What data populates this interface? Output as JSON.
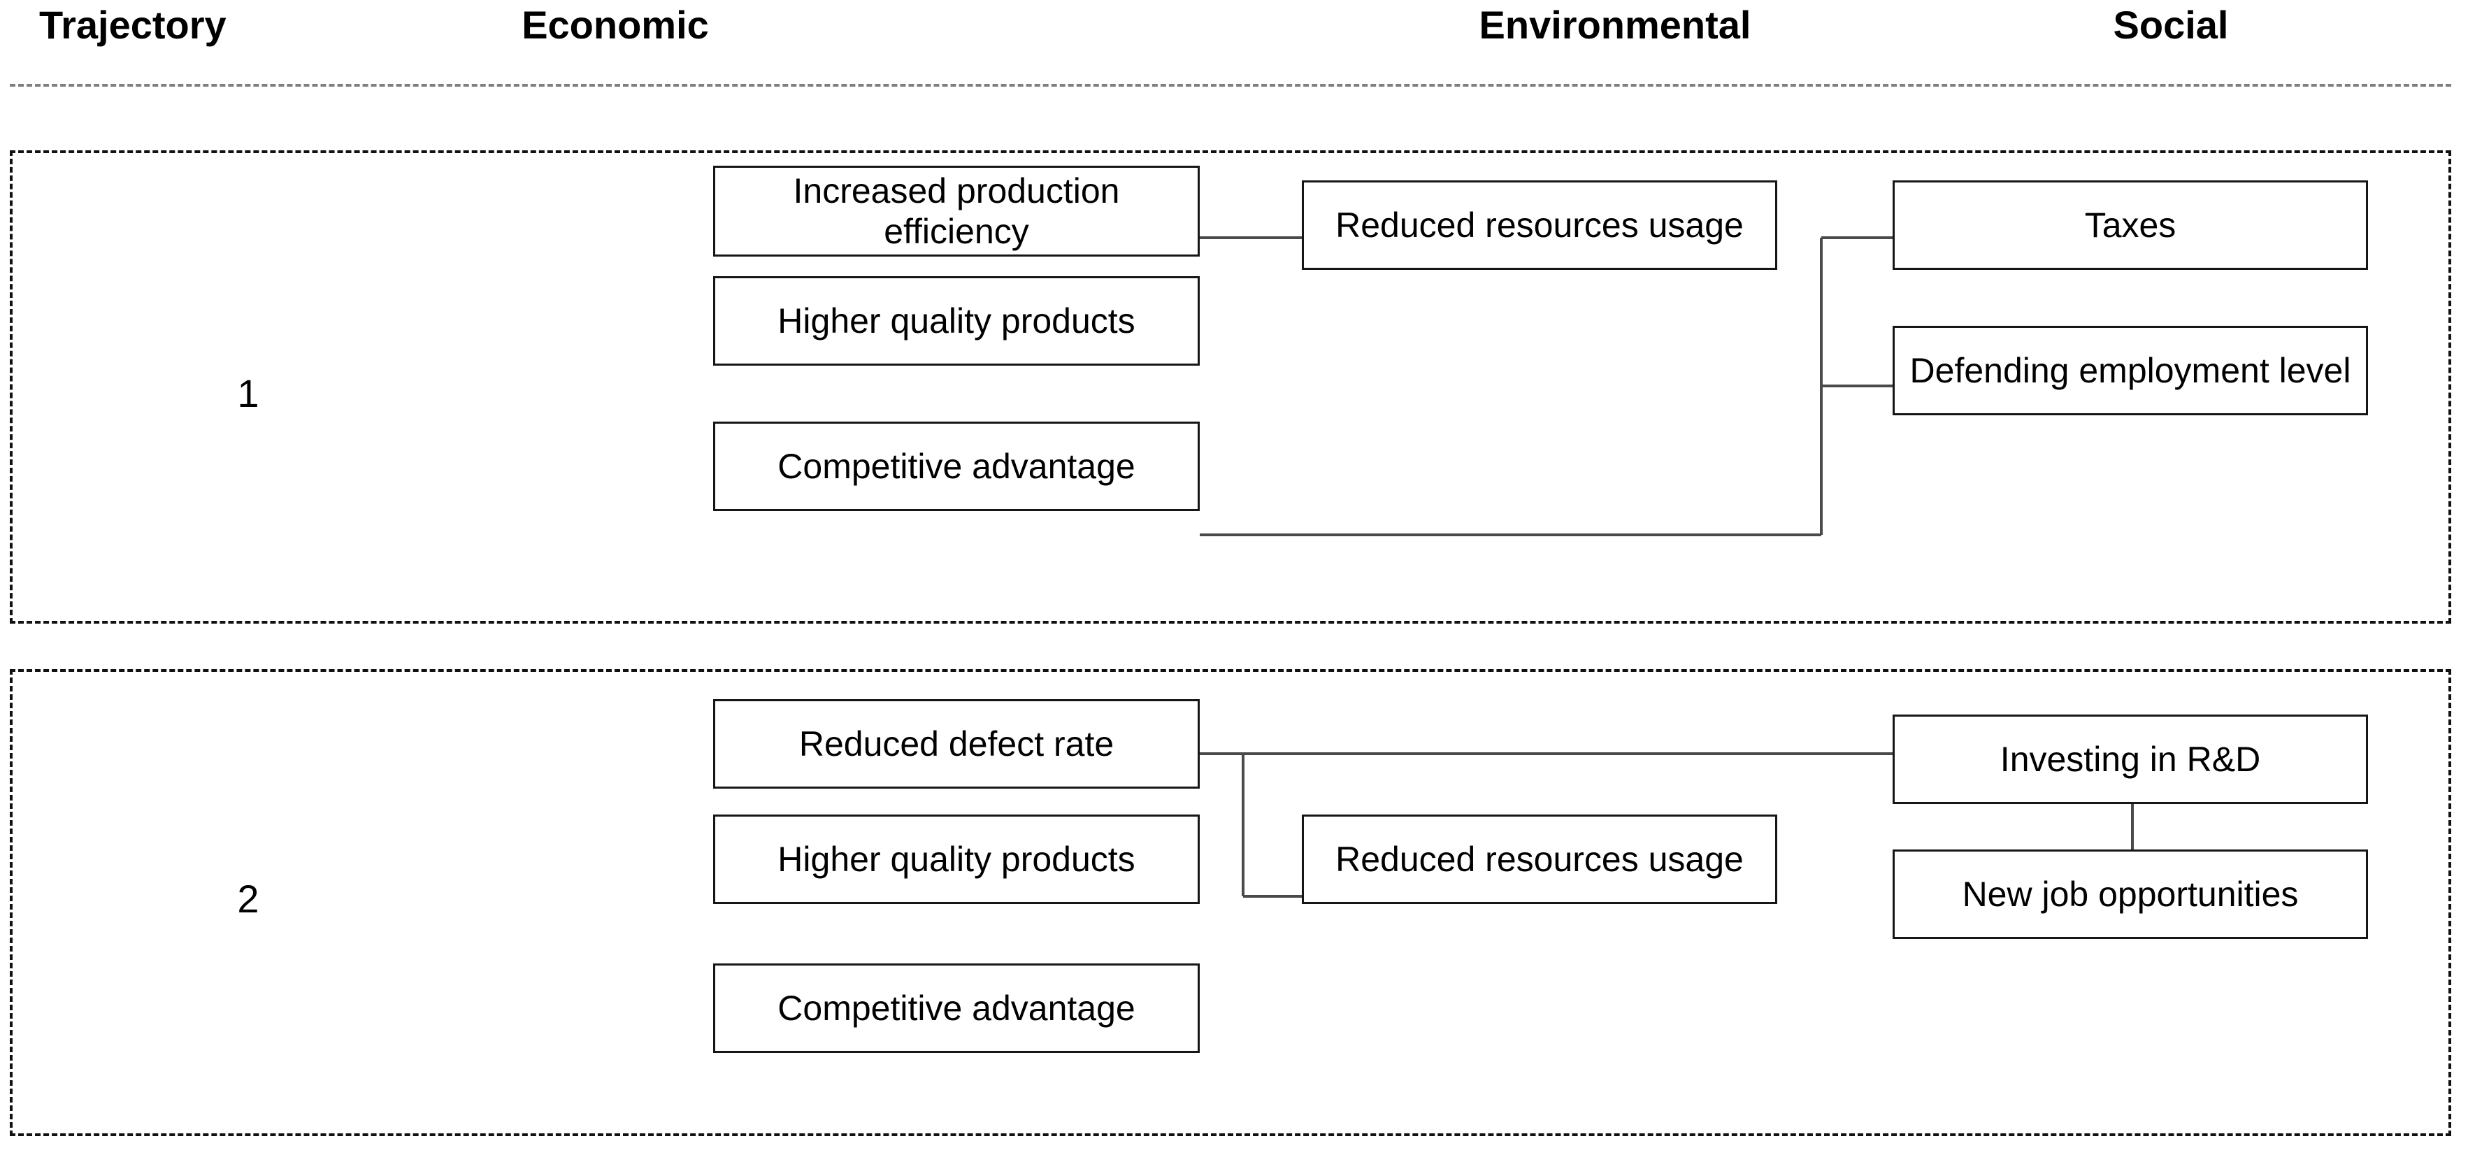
{
  "header": {
    "columns": [
      {
        "key": "trajectory",
        "label": "Trajectory"
      },
      {
        "key": "economic",
        "label": "Economic"
      },
      {
        "key": "environmental",
        "label": "Environmental"
      },
      {
        "key": "social",
        "label": "Social"
      }
    ]
  },
  "colors": {
    "text": "#000000",
    "box_border": "#161616",
    "frame_border": "#111111",
    "connector": "#4a4a4a",
    "header_rule": "#808080",
    "background": "#ffffff"
  },
  "trajectories": [
    {
      "number": "1",
      "economic": [
        {
          "label": "Increased production efficiency"
        },
        {
          "label": "Higher quality products"
        },
        {
          "label": "Competitive advantage"
        }
      ],
      "environmental": [
        {
          "label": "Reduced resources usage"
        }
      ],
      "social": [
        {
          "label": "Taxes"
        },
        {
          "label": "Defending employment level"
        }
      ],
      "links": [
        {
          "from": "Increased production efficiency",
          "to": "Reduced resources usage"
        },
        {
          "from": "Competitive advantage",
          "to": "Taxes"
        },
        {
          "from": "Competitive advantage",
          "to": "Defending employment level"
        }
      ]
    },
    {
      "number": "2",
      "economic": [
        {
          "label": "Reduced defect rate"
        },
        {
          "label": "Higher quality products"
        },
        {
          "label": "Competitive advantage"
        }
      ],
      "environmental": [
        {
          "label": "Reduced resources usage"
        }
      ],
      "social": [
        {
          "label": "Investing in R&D"
        },
        {
          "label": "New job opportunities"
        }
      ],
      "links": [
        {
          "from": "Reduced defect rate",
          "to": "Investing in R&D"
        },
        {
          "from": "Reduced defect rate",
          "to": "Reduced resources usage"
        },
        {
          "from": "Investing in R&D",
          "to": "New job opportunities"
        }
      ]
    }
  ]
}
